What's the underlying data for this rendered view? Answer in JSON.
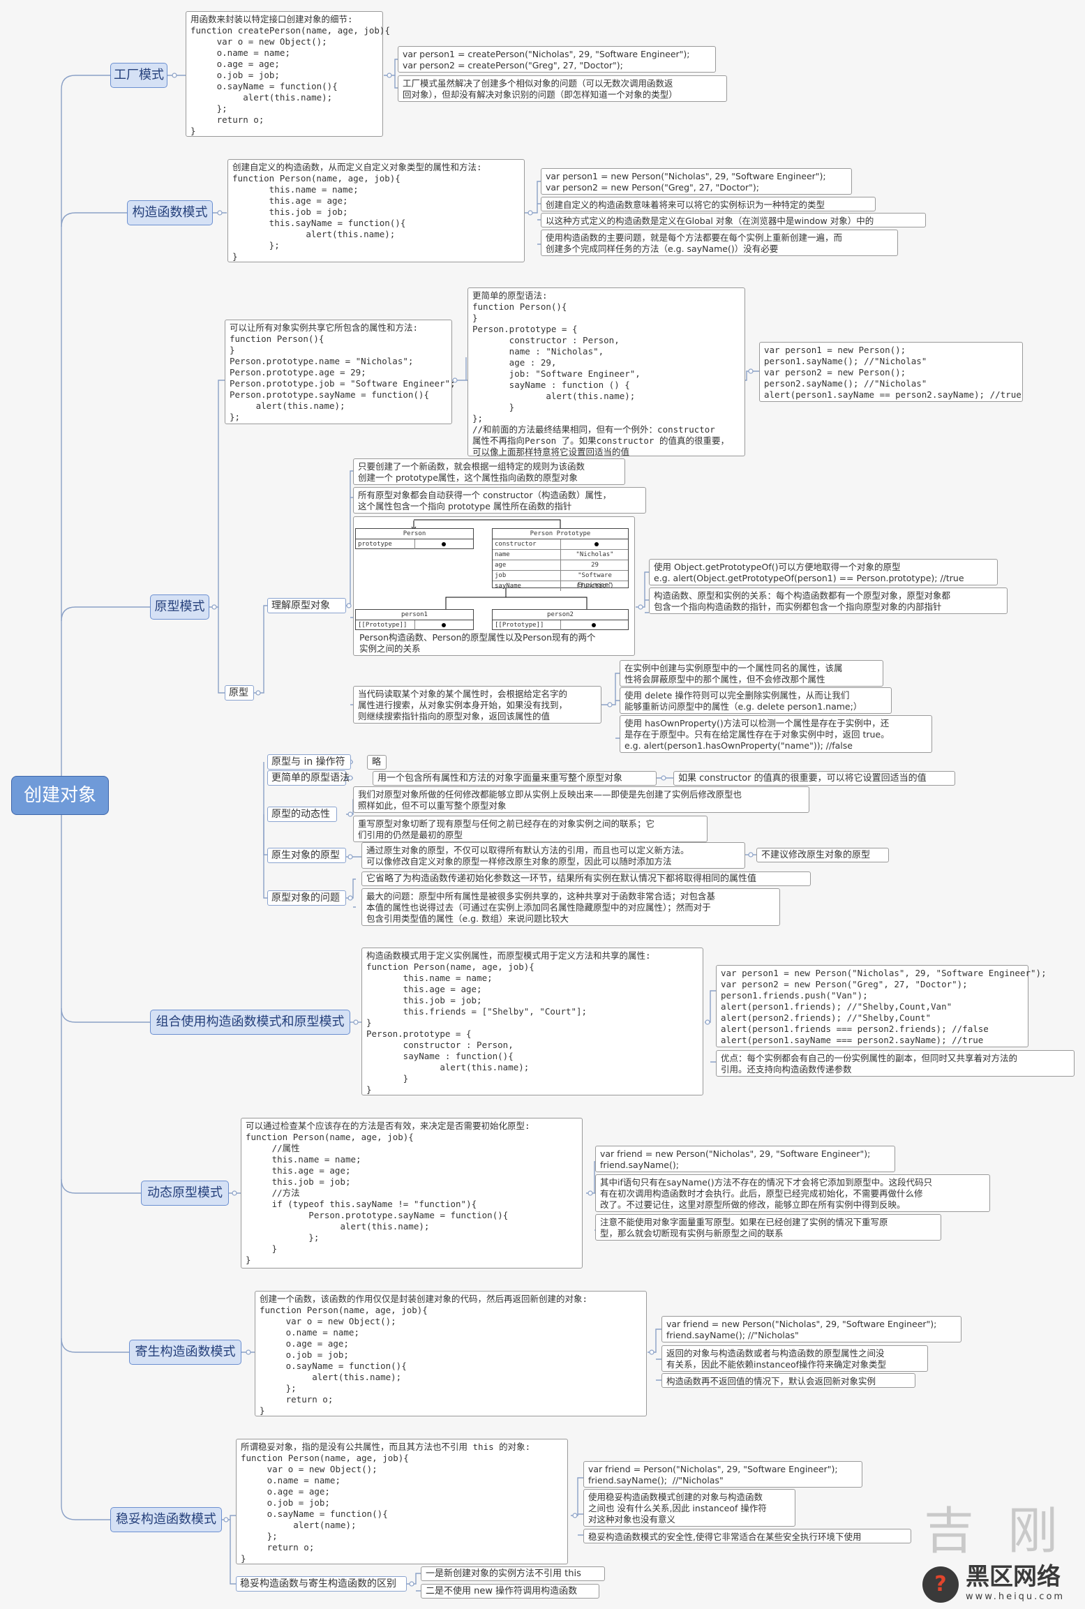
{
  "root": "创建对象",
  "branches": {
    "factory": "工厂模式",
    "constructor": "构造函数模式",
    "prototype": "原型模式",
    "combo": "组合使用构造函数模式和原型模式",
    "dynamic": "动态原型模式",
    "parasitic": "寄生构造函数模式",
    "durable": "稳妥构造函数模式"
  },
  "factory": {
    "code": "用函数来封装以特定接口创建对象的细节:\nfunction createPerson(name, age, job){\n     var o = new Object();\n     o.name = name;\n     o.age = age;\n     o.job = job;\n     o.sayName = function(){\n          alert(this.name);\n     };\n     return o;\n}",
    "usage": "var person1 = createPerson(\"Nicholas\", 29, \"Software Engineer\");\nvar person2 = createPerson(\"Greg\", 27, \"Doctor\");",
    "note": "工厂模式虽然解决了创建多个相似对象的问题（可以无数次调用函数返\n回对象），但却没有解决对象识别的问题（即怎样知道一个对象的类型）"
  },
  "ctor": {
    "code": "创建自定义的构造函数，从而定义自定义对象类型的属性和方法:\nfunction Person(name, age, job){\n       this.name = name;\n       this.age = age;\n       this.job = job;\n       this.sayName = function(){\n              alert(this.name);\n       };\n}",
    "usage": "var person1 = new Person(\"Nicholas\", 29, \"Software Engineer\");\nvar person2 = new Person(\"Greg\", 27, \"Doctor\");",
    "note1": "创建自定义的构造函数意味着将来可以将它的实例标识为一种特定的类型",
    "note2": "以这种方式定义的构造函数是定义在Global 对象（在浏览器中是window 对象）中的",
    "note3": "使用构造函数的主要问题，就是每个方法都要在每个实例上重新创建一遍，而\n创建多个完成同样任务的方法（e.g. sayName()）没有必要"
  },
  "proto": {
    "code": "可以让所有对象实例共享它所包含的属性和方法:\nfunction Person(){\n}\nPerson.prototype.name = \"Nicholas\";\nPerson.prototype.age = 29;\nPerson.prototype.job = \"Software Engineer\";\nPerson.prototype.sayName = function(){\n     alert(this.name);\n};",
    "simpler_code": "更简单的原型语法:\nfunction Person(){\n}\nPerson.prototype = {\n       constructor : Person,\n       name : \"Nicholas\",\n       age : 29,\n       job: \"Software Engineer\",\n       sayName : function () {\n              alert(this.name);\n       }\n};\n//和前面的方法最终结果相同，但有一个例外：constructor\n属性不再指向Person 了。如果constructor 的值真的很重要，\n可以像上面那样特意将它设置回适当的值",
    "simpler_usage": "var person1 = new Person();\nperson1.sayName(); //\"Nicholas\"\nvar person2 = new Person();\nperson2.sayName(); //\"Nicholas\"\nalert(person1.sayName == person2.sayName); //true",
    "proto_label": "原型",
    "understand": "理解原型对象",
    "u_note1": "只要创建了一个新函数，就会根据一组特定的规则为该函数\n创建一个 prototype属性，这个属性指向函数的原型对象",
    "u_note2": "所有原型对象都会自动获得一个 constructor（构造函数）属性，\n这个属性包含一个指向 prototype 属性所在函数的指针",
    "diagram": {
      "person_header": "Person",
      "person_prop": "prototype",
      "pp_header": "Person Prototype",
      "pp_rows": [
        {
          "k": "constructor",
          "v": ""
        },
        {
          "k": "name",
          "v": "\"Nicholas\""
        },
        {
          "k": "age",
          "v": "29"
        },
        {
          "k": "job",
          "v": "\"Software Engineer\""
        },
        {
          "k": "sayName",
          "v": "(function)"
        }
      ],
      "p1_header": "person1",
      "p2_header": "person2",
      "inst_prop": "[[Prototype]]",
      "caption": "Person构造函数、Person的原型属性以及Person现有的两个\n实例之间的关系"
    },
    "u_right1": "使用 Object.getPrototypeOf()可以方便地取得一个对象的原型\ne.g. alert(Object.getPrototypeOf(person1) == Person.prototype); //true",
    "u_right2": "构造函数、原型和实例的关系：每个构造函数都有一个原型对象，原型对象都\n包含一个指向构造函数的指针，而实例都包含一个指向原型对象的内部指针",
    "u_note3": "当代码读取某个对象的某个属性时，会根据给定名字的\n属性进行搜索，从对象实例本身开始，如果没有找到，\n则继续搜索指针指向的原型对象，返回该属性的值",
    "u3_right1": "在实例中创建与实例原型中的一个属性同名的属性，该属\n性将会屏蔽原型中的那个属性，但不会修改那个属性",
    "u3_right2": "使用 delete 操作符则可以完全删除实例属性，从而让我们\n能够重新访问原型中的属性（e.g. delete person1.name;）",
    "u3_right3": "使用 hasOwnProperty()方法可以检测一个属性是存在于实例中，还\n是存在于原型中。只有在给定属性存在于对象实例中时，返回 true。\ne.g. alert(person1.hasOwnProperty(\"name\")); //false",
    "in_op": "原型与 in 操作符",
    "in_note": "略",
    "simpler": "更简单的原型语法",
    "simpler_note": "用一个包含所有属性和方法的对象字面量来重写整个原型对象",
    "simpler_right": "如果 constructor 的值真的很重要，可以将它设置回适当的值",
    "dynamic_label": "原型的动态性",
    "dyn_note1": "我们对原型对象所做的任何修改都能够立即从实例上反映出来——即使是先创建了实例后修改原型也\n照样如此，但不可以重写整个原型对象",
    "dyn_note2": "重写原型对象切断了现有原型与任何之前已经存在的对象实例之间的联系；它\n们引用的仍然是最初的原型",
    "native": "原生对象的原型",
    "native_note": "通过原生对象的原型，不仅可以取得所有默认方法的引用，而且也可以定义新方法。\n可以像修改自定义对象的原型一样修改原生对象的原型，因此可以随时添加方法",
    "native_right": "不建议修改原生对象的原型",
    "problem": "原型对象的问题",
    "prob_note1": "它省略了为构造函数传递初始化参数这一环节，结果所有实例在默认情况下都将取得相同的属性值",
    "prob_note2": "最大的问题：原型中所有属性是被很多实例共享的，这种共享对于函数非常合适；对包含基\n本值的属性也说得过去（可通过在实例上添加同名属性隐藏原型中的对应属性）；然而对于\n包含引用类型值的属性（e.g. 数组）来说问题比较大"
  },
  "combo": {
    "code": "构造函数模式用于定义实例属性，而原型模式用于定义方法和共享的属性:\nfunction Person(name, age, job){\n       this.name = name;\n       this.age = age;\n       this.job = job;\n       this.friends = [\"Shelby\", \"Court\"];\n}\nPerson.prototype = {\n       constructor : Person,\n       sayName : function(){\n              alert(this.name);\n       }\n}",
    "usage": "var person1 = new Person(\"Nicholas\", 29, \"Software Engineer\");\nvar person2 = new Person(\"Greg\", 27, \"Doctor\");\nperson1.friends.push(\"Van\");\nalert(person1.friends); //\"Shelby,Count,Van\"\nalert(person2.friends); //\"Shelby,Count\"\nalert(person1.friends === person2.friends); //false\nalert(person1.sayName === person2.sayName); //true",
    "note": "优点：每个实例都会有自己的一份实例属性的副本，但同时又共享着对方法的\n引用。还支持向构造函数传递参数"
  },
  "dynamic": {
    "code": "可以通过检查某个应该存在的方法是否有效，来决定是否需要初始化原型:\nfunction Person(name, age, job){\n     //属性\n     this.name = name;\n     this.age = age;\n     this.job = job;\n     //方法\n     if (typeof this.sayName != \"function\"){\n            Person.prototype.sayName = function(){\n                  alert(this.name);\n            };\n     }\n}",
    "usage": "var friend = new Person(\"Nicholas\", 29, \"Software Engineer\");\nfriend.sayName();",
    "note1": "其中if语句只有在sayName()方法不存在的情况下才会将它添加到原型中。这段代码只\n有在初次调用构造函数时才会执行。此后，原型已经完成初始化，不需要再做什么修\n改了。不过要记住，这里对原型所做的修改，能够立即在所有实例中得到反映。",
    "note2": "注意不能使用对象字面量重写原型。如果在已经创建了实例的情况下重写原\n型，那么就会切断现有实例与新原型之间的联系"
  },
  "parasitic": {
    "code": "创建一个函数，该函数的作用仅仅是封装创建对象的代码，然后再返回新创建的对象:\nfunction Person(name, age, job){\n     var o = new Object();\n     o.name = name;\n     o.age = age;\n     o.job = job;\n     o.sayName = function(){\n          alert(this.name);\n     };\n     return o;\n}",
    "usage": "var friend = new Person(\"Nicholas\", 29, \"Software Engineer\");\nfriend.sayName(); //\"Nicholas\"",
    "note1": "返回的对象与构造函数或者与构造函数的原型属性之间没\n有关系，因此不能依赖instanceof操作符来确定对象类型",
    "note2": "构造函数再不返回值的情况下，默认会返回新对象实例"
  },
  "durable": {
    "code": "所谓稳妥对象，指的是没有公共属性，而且其方法也不引用 this 的对象:\nfunction Person(name, age, job){\n     var o = new Object();\n     o.name = name;\n     o.age = age;\n     o.job = job;\n     o.sayName = function(){\n          alert(name);\n     };\n     return o;\n}",
    "usage": "var friend = Person(\"Nicholas\", 29, \"Software Engineer\");\nfriend.sayName();  //\"Nicholas\"",
    "note1": "使用稳妥构造函数模式创建的对象与构造函数\n之间也 没有什么关系,因此 instanceof 操作符\n对这种对象也没有意义",
    "note2": "稳妥构造函数模式的安全性,使得它非常适合在某些安全执行环境下使用",
    "diff": "稳妥构造函数与寄生构造函数的区别",
    "diff1": "一是新创建对象的实例方法不引用 this",
    "diff2": "二是不使用 new 操作符调用构造函数"
  },
  "watermark": {
    "brand": "黑区网络",
    "url": "www.heiqu.com",
    "ch1": "吉",
    "ch2": "刚"
  }
}
